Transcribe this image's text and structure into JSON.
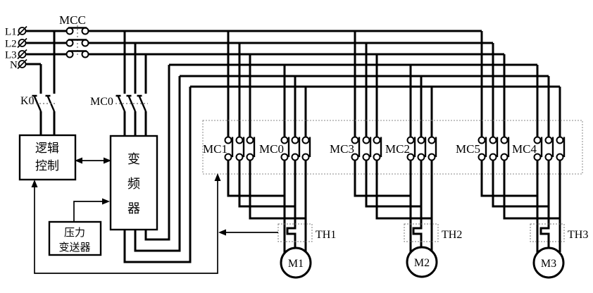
{
  "colors": {
    "line": "#000000",
    "background": "#ffffff"
  },
  "terminals": {
    "l1": "L1",
    "l2": "L2",
    "l3": "L3",
    "n": "N"
  },
  "breaker": {
    "label": "MCC"
  },
  "switches": {
    "k0": "K0",
    "mc0": "MC0"
  },
  "blocks": {
    "logic": {
      "line1": "逻辑",
      "line2": "控制"
    },
    "inverter": {
      "line1": "变",
      "line2": "频",
      "line3": "器"
    },
    "pressure": {
      "line1": "压力",
      "line2": "变送器"
    }
  },
  "contactors": {
    "group1_left": "MC1",
    "group1_right": "MC0",
    "group2_left": "MC3",
    "group2_right": "MC2",
    "group3_left": "MC5",
    "group3_right": "MC4"
  },
  "thermal_relays": {
    "th1": "TH1",
    "th2": "TH2",
    "th3": "TH3"
  },
  "motors": {
    "m1": "M1",
    "m2": "M2",
    "m3": "M3"
  }
}
